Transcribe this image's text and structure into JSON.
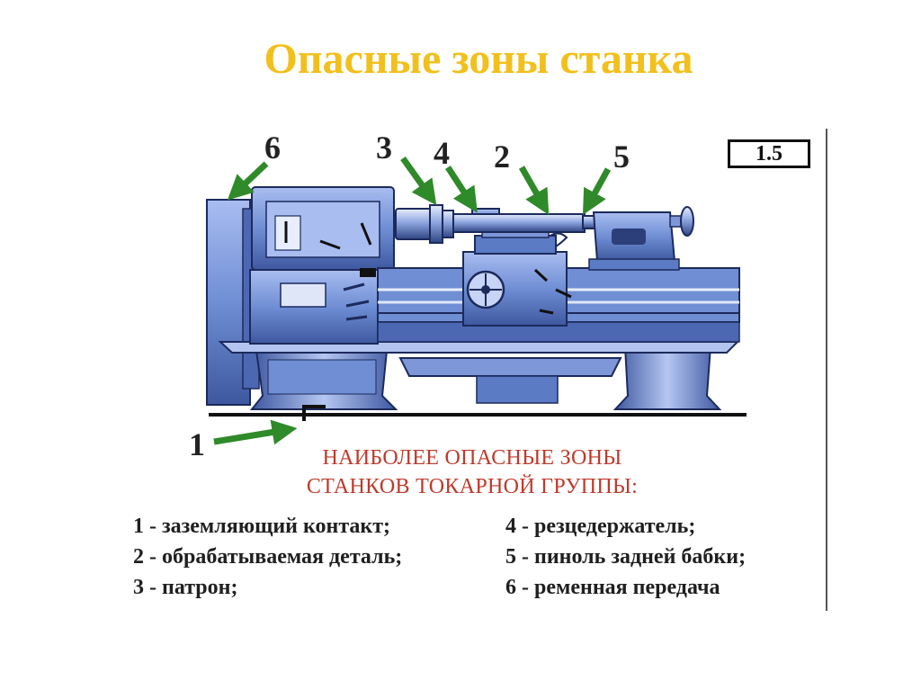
{
  "slide": {
    "title": "Опасные зоны станка",
    "figure_number": "1.5",
    "callouts": [
      "1",
      "2",
      "3",
      "4",
      "5",
      "6"
    ],
    "caption_line1": "НАИБОЛЕЕ ОПАСНЫЕ ЗОНЫ",
    "caption_line2": "СТАНКОВ ТОКАРНОЙ ГРУППЫ:",
    "legend_left": [
      "1 - заземляющий контакт;",
      "2 - обрабатываемая деталь;",
      "3 - патрон;"
    ],
    "legend_right": [
      "4 - резцедержатель;",
      "5 - пиноль задней бабки;",
      "6 - ременная передача"
    ]
  },
  "colors": {
    "title": "#f2c01c",
    "caption": "#c0392b",
    "machine_body": "#5b7bc4",
    "machine_light": "#9db4e8",
    "machine_dark": "#2c3f7a",
    "arrow": "#2f8a2a"
  }
}
